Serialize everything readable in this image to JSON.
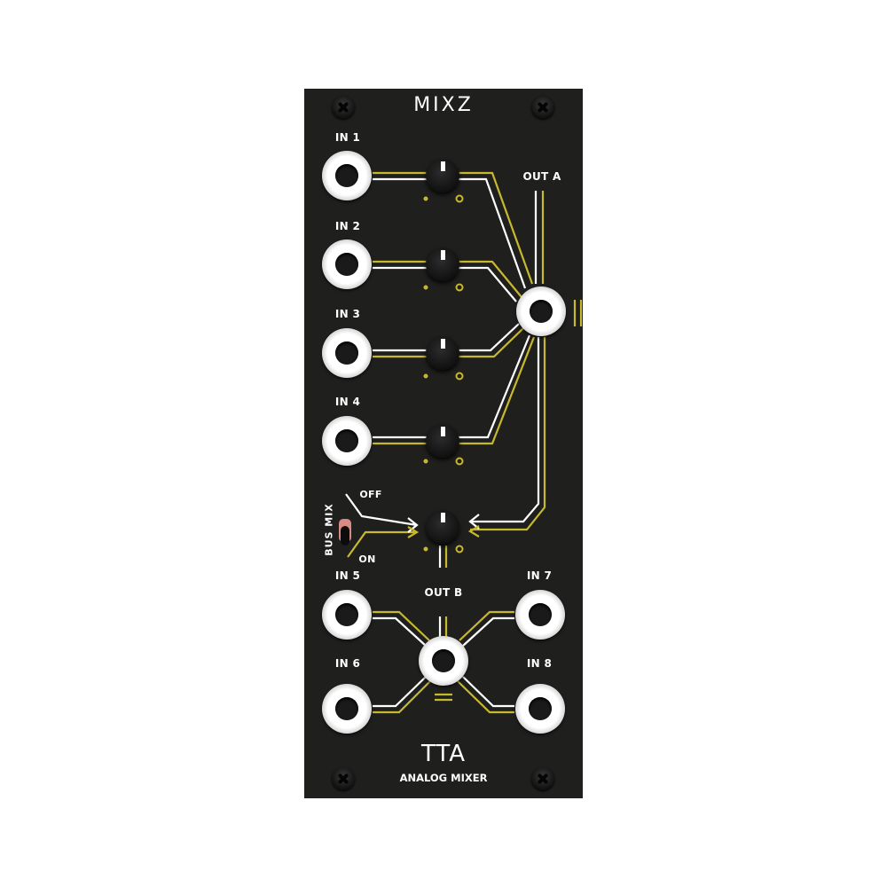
{
  "module": {
    "title": "MIXZ",
    "brand": "TTA",
    "subtitle": "ANALOG MIXER"
  },
  "colors": {
    "panel": "#1f1f1e",
    "trace_white": "#ffffff",
    "trace_yellow": "#c8b82e",
    "toggle_accent": "#d98a84"
  },
  "inputs": [
    {
      "label": "IN 1"
    },
    {
      "label": "IN 2"
    },
    {
      "label": "IN 3"
    },
    {
      "label": "IN 4"
    },
    {
      "label": "IN 5"
    },
    {
      "label": "IN 6"
    },
    {
      "label": "IN 7"
    },
    {
      "label": "IN 8"
    }
  ],
  "outputs": [
    {
      "label": "OUT A"
    },
    {
      "label": "OUT B"
    }
  ],
  "knobs": [
    {
      "name": "level-1",
      "position": "12 o'clock"
    },
    {
      "name": "level-2",
      "position": "12 o'clock"
    },
    {
      "name": "level-3",
      "position": "12 o'clock"
    },
    {
      "name": "level-4",
      "position": "12 o'clock"
    },
    {
      "name": "bus-mix",
      "position": "12 o'clock"
    }
  ],
  "switch": {
    "label": "BUS MIX",
    "options": [
      "OFF",
      "ON"
    ],
    "state": "ON"
  }
}
